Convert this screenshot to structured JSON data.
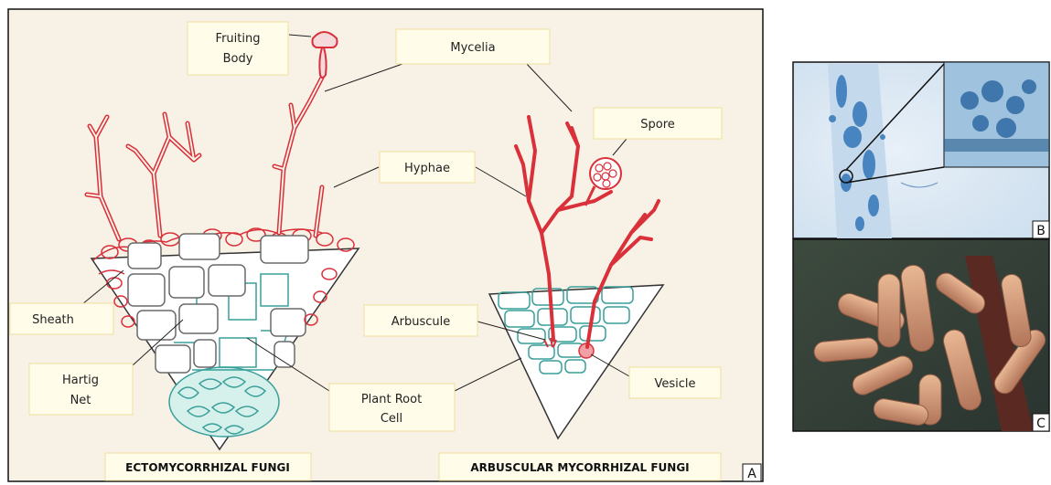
{
  "panel_a": {
    "corner_label": "A",
    "labels": {
      "fruiting_body": [
        "Fruiting",
        "Body"
      ],
      "mycelia": "Mycelia",
      "spore": "Spore",
      "hyphae": "Hyphae",
      "sheath": "Sheath",
      "hartig_net": [
        "Hartig",
        "Net"
      ],
      "arbuscule": "Arbuscule",
      "plant_root_cell": [
        "Plant Root",
        "Cell"
      ],
      "vesicle": "Vesicle"
    },
    "titles": {
      "ecto": "ECTOMYCORRHIZAL FUNGI",
      "arbuscular": "ARBUSCULAR MYCORRHIZAL FUNGI"
    }
  },
  "panel_b": {
    "corner_label": "B"
  },
  "panel_c": {
    "corner_label": "C"
  },
  "colors": {
    "paper": "#f8f1e6",
    "hyphae_red": "#d9303a",
    "root_teal": "#3a9f9a",
    "label_box": "#fffcea",
    "label_border": "#efe0a0",
    "micro_blue": "#2a6fb4"
  }
}
